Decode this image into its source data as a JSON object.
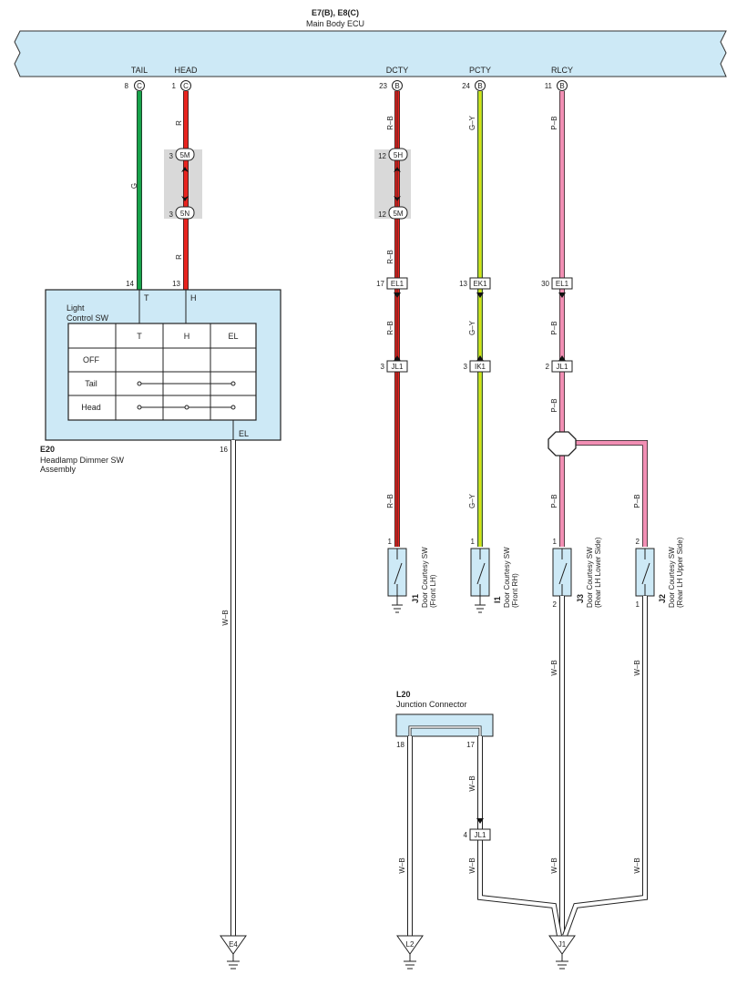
{
  "ecu": {
    "code": "E7(B), E8(C)",
    "name": "Main Body ECU",
    "pins": [
      {
        "label": "TAIL",
        "num": "8",
        "conn": "C"
      },
      {
        "label": "HEAD",
        "num": "1",
        "conn": "C"
      },
      {
        "label": "DCTY",
        "num": "23",
        "conn": "B"
      },
      {
        "label": "PCTY",
        "num": "24",
        "conn": "B"
      },
      {
        "label": "RLCY",
        "num": "11",
        "conn": "B"
      }
    ]
  },
  "wires": {
    "g": "G",
    "r": "R",
    "rb": "R–B",
    "gy": "G–Y",
    "pb": "P–B",
    "wb": "W–B"
  },
  "junctions": [
    {
      "top_pin": "3",
      "top": "5M",
      "bot_pin": "3",
      "bot": "5N"
    },
    {
      "top_pin": "12",
      "top": "5H",
      "bot_pin": "12",
      "bot": "5M"
    }
  ],
  "connectors": {
    "el1_a": {
      "pin": "17",
      "id": "EL1"
    },
    "ek1": {
      "pin": "13",
      "id": "EK1"
    },
    "el1_b": {
      "pin": "30",
      "id": "EL1"
    },
    "jl1_a": {
      "pin": "3",
      "id": "JL1"
    },
    "ik1": {
      "pin": "3",
      "id": "IK1"
    },
    "jl1_b": {
      "pin": "2",
      "id": "JL1"
    },
    "jl1_c": {
      "pin": "4",
      "id": "JL1"
    }
  },
  "switch_assy": {
    "code": "E20",
    "name_line1": "Headlamp Dimmer SW",
    "name_line2": "Assembly",
    "inner_line1": "Light",
    "inner_line2": "Control SW",
    "pin_t": "14",
    "pin_h": "13",
    "pin_el": "16",
    "term_t": "T",
    "term_h": "H",
    "term_el": "EL",
    "table": {
      "headers": [
        "T",
        "H",
        "EL"
      ],
      "rows": [
        "OFF",
        "Tail",
        "Head"
      ]
    }
  },
  "door_switches": [
    {
      "code": "J1",
      "name": "Door Courtesy SW",
      "side": "(Front LH)",
      "pin_top": "1",
      "pin_bot": ""
    },
    {
      "code": "I1",
      "name": "Door Courtesy SW",
      "side": "(Front RH)",
      "pin_top": "1",
      "pin_bot": ""
    },
    {
      "code": "J3",
      "name": "Door Courtesy SW",
      "side": "(Rear LH Lower Side)",
      "pin_top": "1",
      "pin_bot": "2"
    },
    {
      "code": "J2",
      "name": "Door Courtesy SW",
      "side": "(Rear LH Upper Side)",
      "pin_top": "2",
      "pin_bot": "1"
    }
  ],
  "junction_connector": {
    "code": "L20",
    "name": "Junction Connector",
    "pin_left": "18",
    "pin_right": "17"
  },
  "grounds": [
    "E4",
    "L2",
    "J1"
  ],
  "colors": {
    "ecu_fill": "#cde9f6",
    "green": "#17a34a",
    "red": "#e8231e",
    "yellow_green": "#9fd33a",
    "pink": "#f28fb4",
    "splice_gray": "#d9d9d9"
  }
}
